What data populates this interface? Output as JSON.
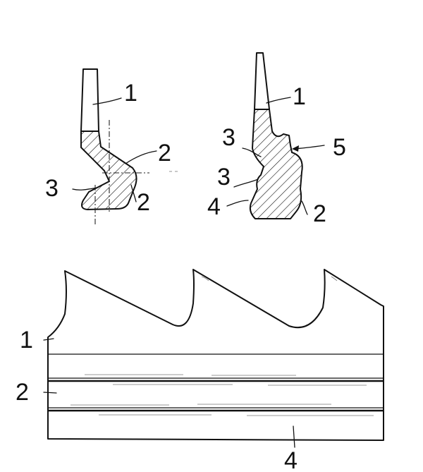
{
  "figure": {
    "left_profile": {
      "labels": [
        "1",
        "2",
        "3",
        "2"
      ]
    },
    "right_profile": {
      "labels": [
        "1",
        "3",
        "5",
        "3",
        "4",
        "2"
      ]
    },
    "blade_strip": {
      "labels": [
        "1",
        "2",
        "4"
      ]
    }
  }
}
